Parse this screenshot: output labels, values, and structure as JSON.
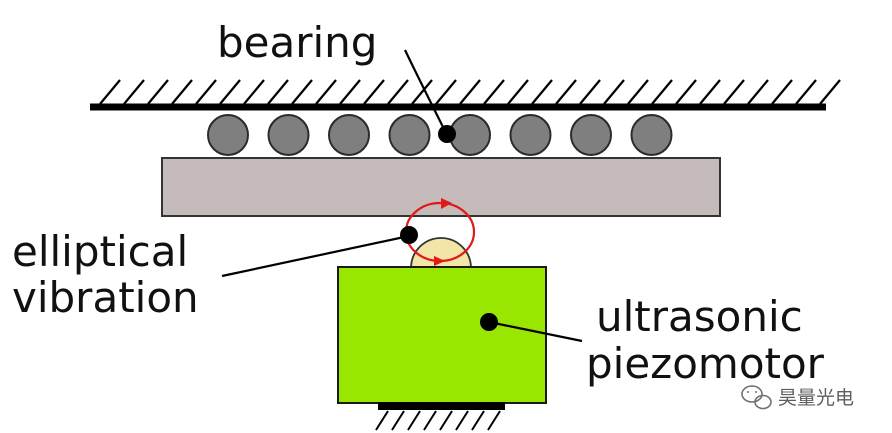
{
  "labels": {
    "bearing": "bearing",
    "elliptical_line1": "elliptical",
    "elliptical_line2": "vibration",
    "ultrasonic_line1": "ultrasonic",
    "ultrasonic_line2": "piezomotor"
  },
  "watermark": {
    "text": "昊量光电",
    "icon": "wechat-icon"
  },
  "components": {
    "bearing_ball_count": 8
  },
  "colors": {
    "ground_line": "#000000",
    "ball_fill": "#7f7f7f",
    "ball_stroke": "#2b2b2b",
    "stage_fill": "#c6bbbb",
    "stage_stroke": "#333333",
    "motor_fill": "#99e600",
    "motor_stroke": "#1a1a1a",
    "tip_fill": "#f3e4a8",
    "orbit": "#e01919",
    "pointer": "#000000",
    "text": "#111111"
  }
}
